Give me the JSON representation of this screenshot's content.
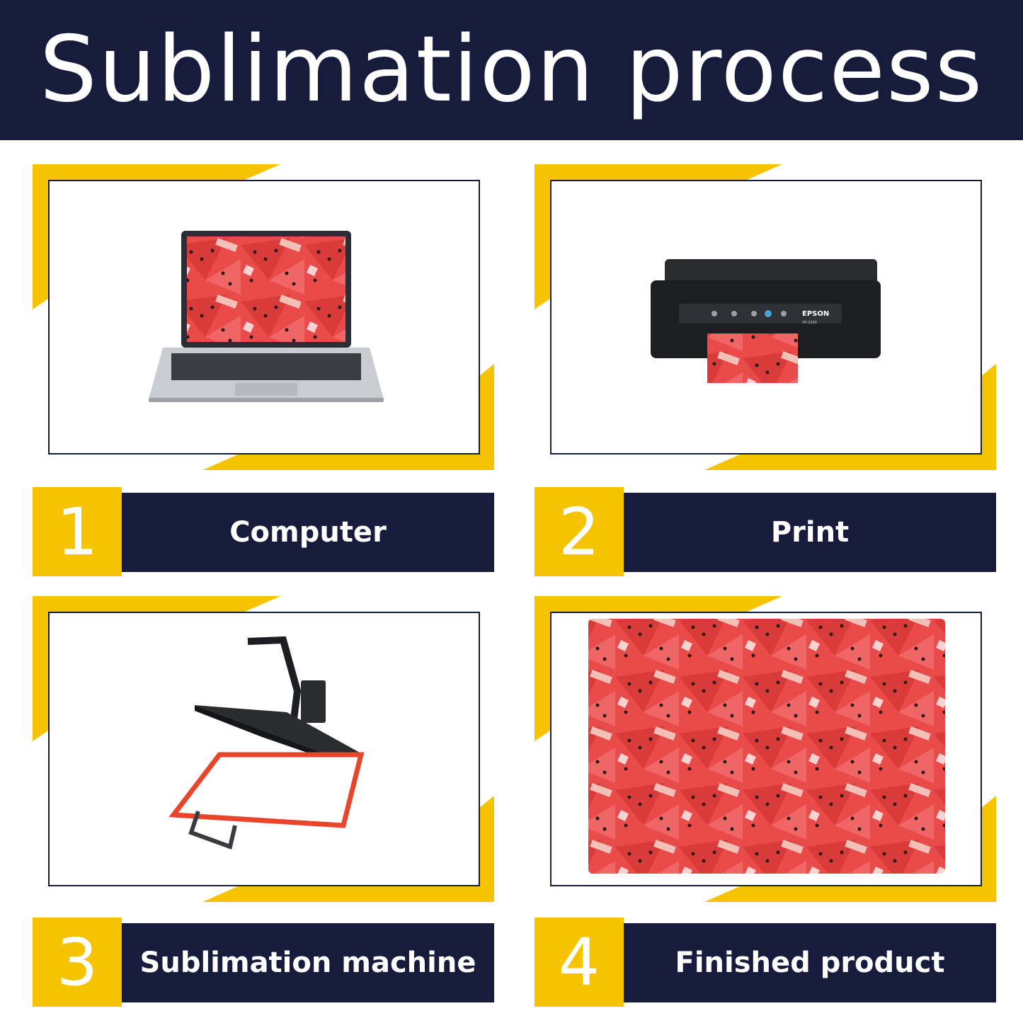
{
  "header": {
    "title": "Sublimation process"
  },
  "colors": {
    "navy": "#181c3c",
    "yellow": "#f6c300",
    "watermelon": "#e84a4a"
  },
  "steps": [
    {
      "number": "1",
      "label": "Computer",
      "image": "laptop-icon"
    },
    {
      "number": "2",
      "label": "Print",
      "image": "printer-icon"
    },
    {
      "number": "3",
      "label": "Sublimation machine",
      "image": "heat-press-icon"
    },
    {
      "number": "4",
      "label": "Finished product",
      "image": "watermelon-blanket-image"
    }
  ],
  "printer": {
    "brand": "EPSON",
    "model": "XP-2200"
  }
}
